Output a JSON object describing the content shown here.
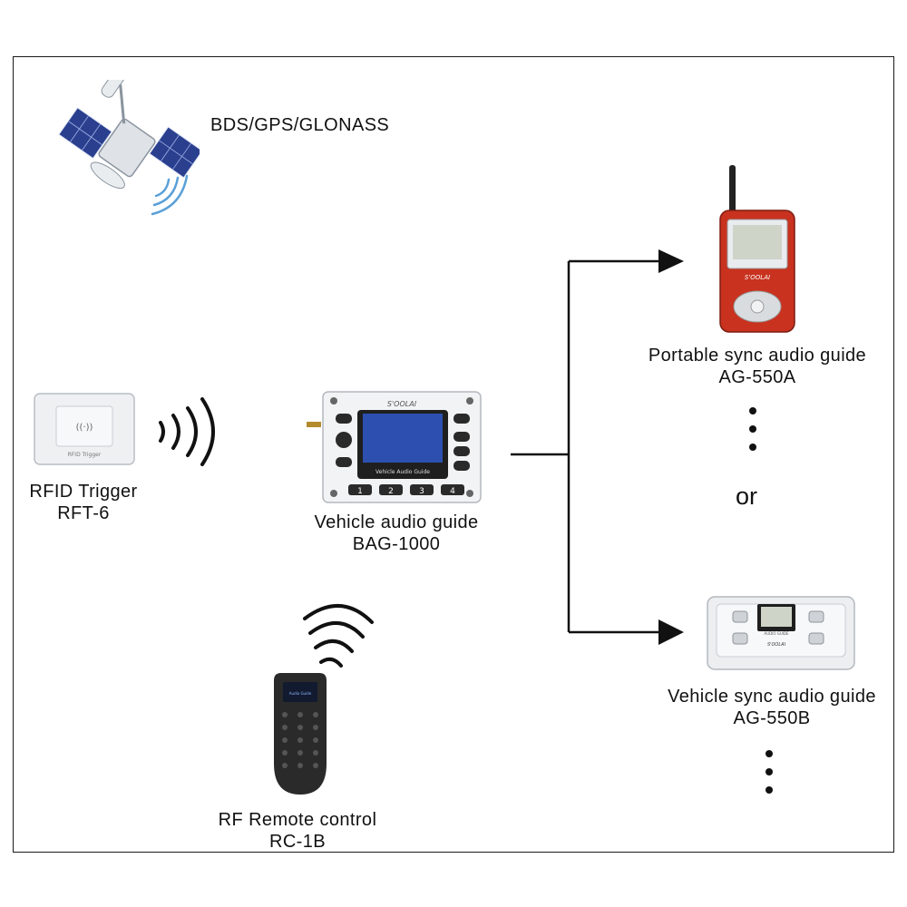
{
  "satellite": {
    "label": "BDS/GPS/GLONASS",
    "icon": "satellite-icon"
  },
  "rfid_trigger": {
    "name": "RFID Trigger",
    "model": "RFT-6",
    "device_text": "RFID Trigger"
  },
  "vehicle_audio_guide": {
    "name": "Vehicle audio guide",
    "model": "BAG-1000",
    "brand": "S'OOLAI",
    "screen_text": "Vehicle Audio Guide",
    "keys": [
      "1",
      "2",
      "3",
      "4"
    ]
  },
  "portable_guide": {
    "name": "Portable sync audio guide",
    "model": "AG-550A",
    "brand": "S'OOLAI"
  },
  "vehicle_sync_guide": {
    "name": "Vehicle sync audio guide",
    "model": "AG-550B",
    "brand": "S'OOLAI",
    "screen_text": "AUDIO GUIDE"
  },
  "remote": {
    "name": "RF Remote control",
    "model": "RC-1B",
    "screen_text": "Audio Guide"
  },
  "separator": "or",
  "colors": {
    "line": "#111111",
    "portable_body": "#c8321f",
    "vehicle_screen": "#2c4fb0",
    "satellite_panel": "#2b3f8f"
  }
}
